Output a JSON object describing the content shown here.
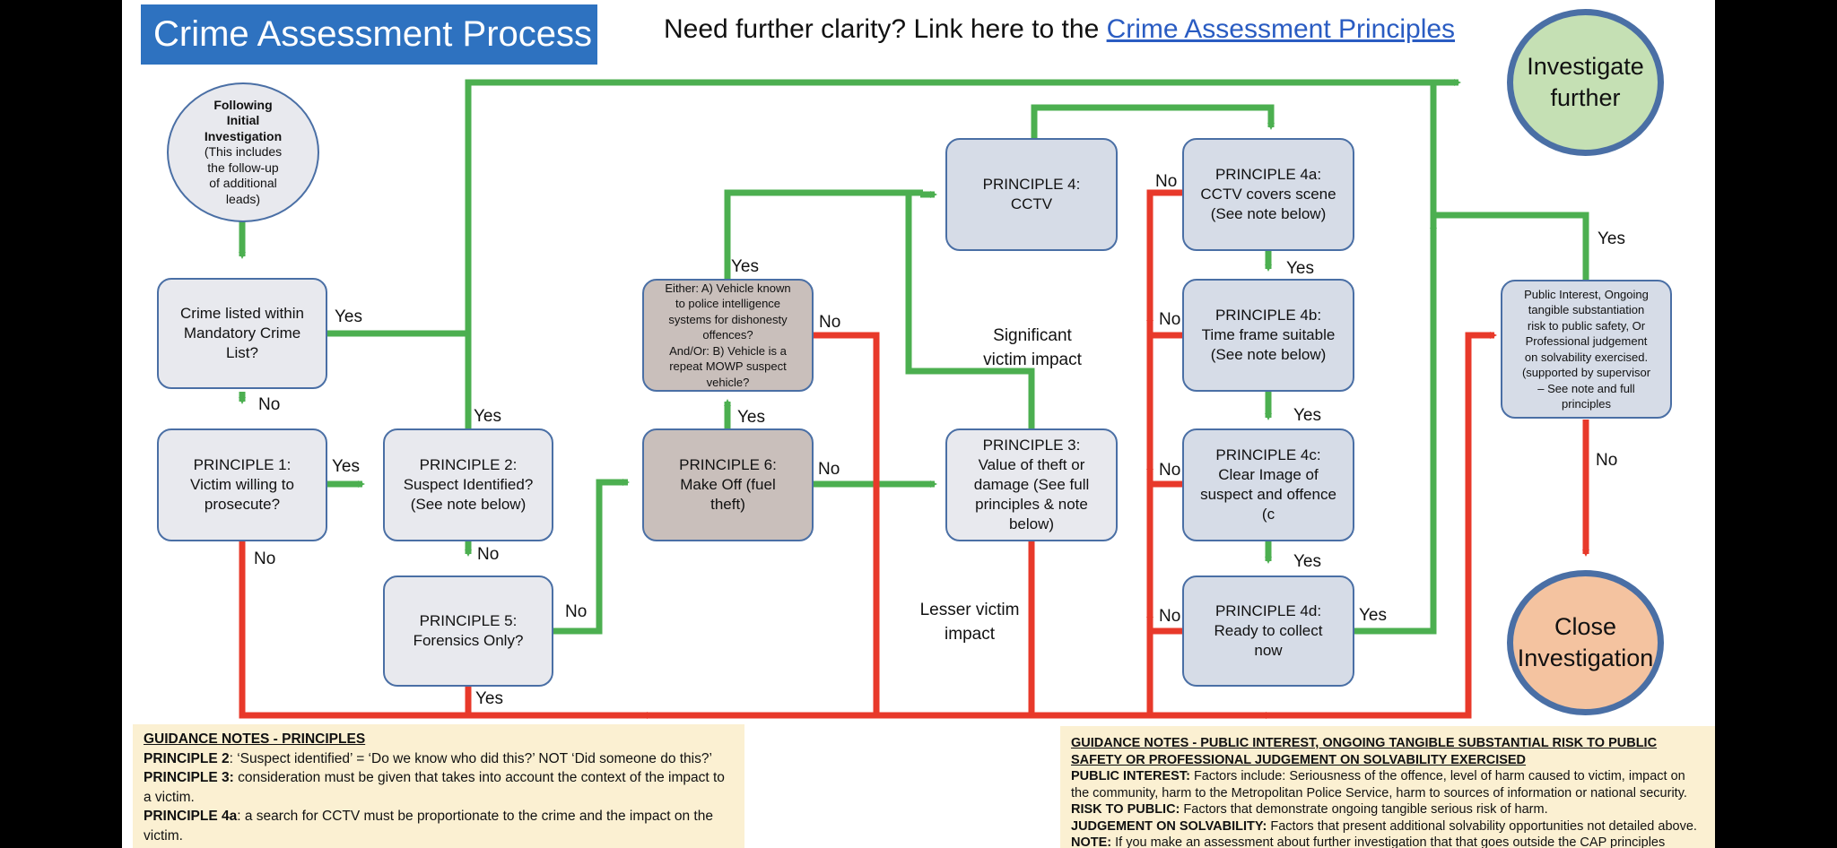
{
  "title": "Crime Assessment Process",
  "clarity": {
    "prefix": "Need further clarity? Link here to the ",
    "link": "Crime Assessment Principles"
  },
  "nodes": {
    "start": {
      "bold": "Following\nInitial\nInvestigation",
      "sub": "(This includes\nthe follow-up\nof additional\nleads)"
    },
    "mandatory": "Crime listed within\nMandatory Crime\nList?",
    "p1": "PRINCIPLE 1:\nVictim willing to\nprosecute?",
    "p2": "PRINCIPLE 2:\nSuspect Identified?\n(See note below)",
    "p5": "PRINCIPLE 5:\nForensics Only?",
    "vehicle": "Either: A) Vehicle known\nto police intelligence\nsystems for dishonesty\noffences?\nAnd/Or: B) Vehicle is a\nrepeat MOWP suspect\nvehicle?",
    "p6": "PRINCIPLE 6:\nMake Off (fuel\ntheft)",
    "p4": "PRINCIPLE 4:\nCCTV",
    "p3": "PRINCIPLE 3:\nValue of theft or\ndamage (See full\nprinciples & note\nbelow)",
    "p4a": "PRINCIPLE 4a:\nCCTV covers scene\n(See note below)",
    "p4b": "PRINCIPLE 4b:\nTime frame suitable\n(See note below)",
    "p4c": "PRINCIPLE 4c:\nClear Image of\nsuspect and offence\n(c",
    "p4d": "PRINCIPLE 4d:\nReady to collect\nnow",
    "public": "Public Interest, Ongoing\ntangible substantiation\nrisk to public safety, Or\nProfessional judgement\non solvability exercised.\n(supported by supervisor\n– See note and full\nprinciples",
    "investigate": "Investigate\nfurther",
    "close": "Close\nInvestigation"
  },
  "edge_labels": {
    "yes": "Yes",
    "no": "No",
    "significant": "Significant\nvictim impact",
    "lesser": "Lesser victim\nimpact"
  },
  "guidance_left": {
    "heading": "GUIDANCE NOTES - PRINCIPLES",
    "p2_key": "PRINCIPLE 2",
    "p2_text": ": ‘Suspect identified’ = ‘Do we know who did this?’ NOT ‘Did someone do this?’",
    "p3_key": "PRINCIPLE 3:",
    "p3_text": "  consideration must be given that takes into account the context of the impact to a victim.",
    "p4a_key": "PRINCIPLE 4a",
    "p4a_text": ": a search for CCTV must be proportionate to the crime and the impact on the victim."
  },
  "guidance_right": {
    "heading": "GUIDANCE NOTES - PUBLIC INTEREST, ONGOING TANGIBLE SUBSTANTIAL RISK TO PUBLIC SAFETY OR PROFESSIONAL JUDGEMENT ON SOLVABILITY EXERCISED",
    "pi_key": "PUBLIC INTEREST:",
    "pi_text": " Factors include: Seriousness of the offence, level of harm caused to victim, impact on the community,  harm to the Metropolitan Police Service,  harm to sources of information or national security.",
    "risk_key": "RISK TO PUBLIC:",
    "risk_text": " Factors that demonstrate ongoing tangible serious risk of harm.",
    "judge_key": "JUDGEMENT ON SOLVABILITY:",
    "judge_text": " Factors that present additional solvability opportunities not detailed above.",
    "note_key": "NOTE:",
    "note_text": " If you make an assessment about further investigation that that goes outside the CAP principles"
  },
  "colors": {
    "green": "#4caf50",
    "red": "#e8392a",
    "title_bg": "#2e72c0",
    "investigate_fill": "#c5e0b4",
    "close_fill": "#f4c3a0",
    "circle_border": "#4a6fa5",
    "guidance_bg": "#fbf0d2"
  }
}
